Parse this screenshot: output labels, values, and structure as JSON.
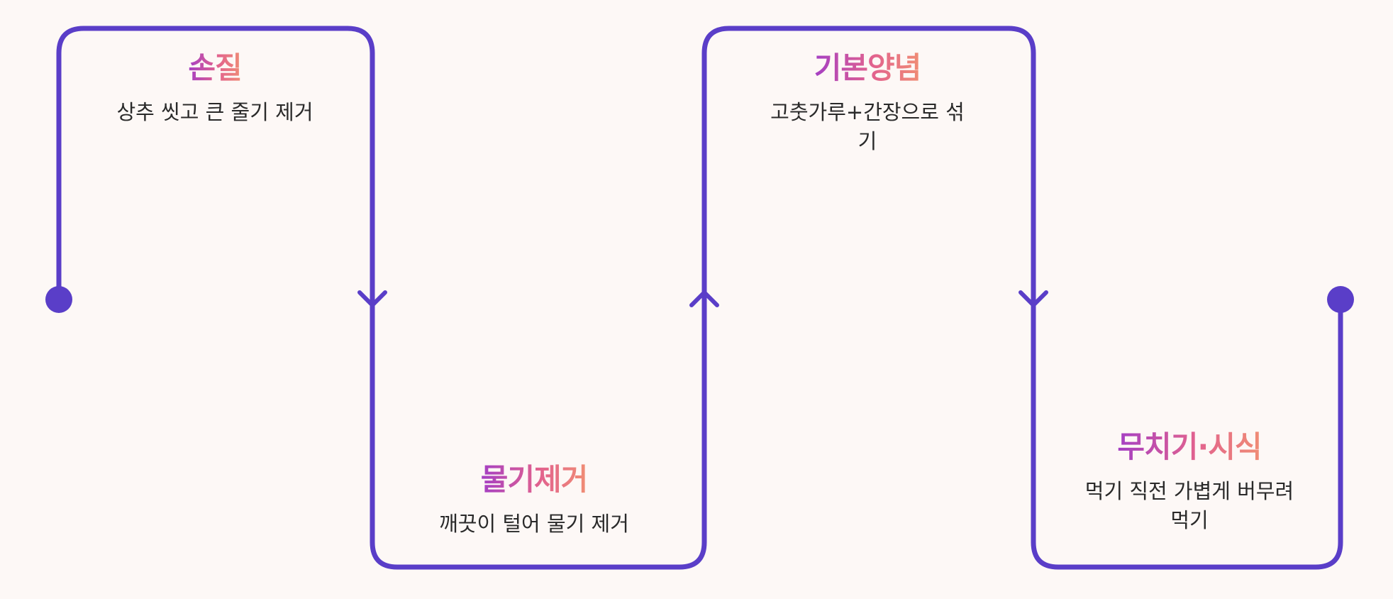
{
  "colors": {
    "background": "#fdf8f6",
    "line": "#5a3ec8",
    "title_gradient": [
      "#a43fc4",
      "#e2628e",
      "#f08d74"
    ],
    "text": "#2a2a2a"
  },
  "steps": [
    {
      "title": "손질",
      "desc": "상추 씻고 큰 줄기 제거"
    },
    {
      "title": "물기제거",
      "desc": "깨끗이 털어 물기 제거"
    },
    {
      "title": "기본양념",
      "desc": "고춧가루+간장으로 섞기"
    },
    {
      "title": "무치기·시식",
      "desc": "먹기 직전 가볍게 버무려 먹기"
    }
  ]
}
